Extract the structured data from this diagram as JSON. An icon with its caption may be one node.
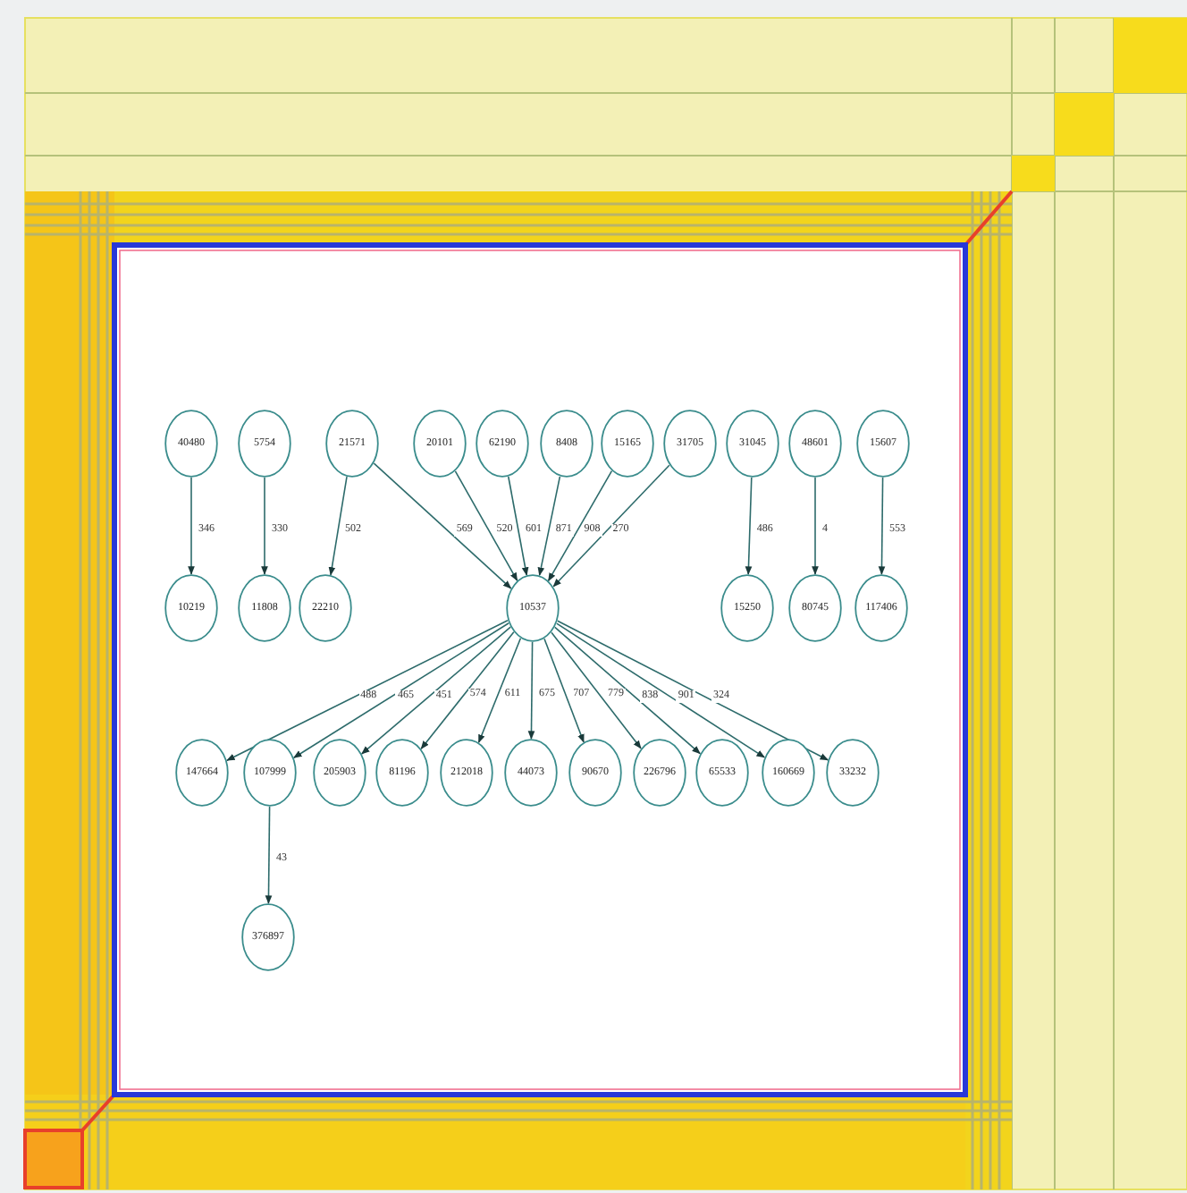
{
  "diagram": {
    "nodes": [
      {
        "text": [
          "40480"
        ]
      },
      {
        "text": [
          "5754"
        ]
      },
      {
        "text": [
          "21571"
        ]
      },
      {
        "text": [
          "20101"
        ]
      },
      {
        "text": [
          "62190"
        ]
      },
      {
        "text": [
          "8408"
        ]
      },
      {
        "text": [
          "15165"
        ]
      },
      {
        "text": [
          "31705"
        ]
      },
      {
        "text": [
          "31045"
        ]
      },
      {
        "text": [
          "48601"
        ]
      },
      {
        "text": [
          "15607"
        ]
      },
      {
        "text": [
          "10219"
        ]
      },
      {
        "text": [
          "11808"
        ]
      },
      {
        "text": [
          "22210"
        ]
      },
      {
        "text": [
          "10537"
        ]
      },
      {
        "text": [
          "15250"
        ]
      },
      {
        "text": [
          "80745"
        ]
      },
      {
        "text": [
          "117406"
        ]
      },
      {
        "text": [
          "147664"
        ]
      },
      {
        "text": [
          "107999"
        ]
      },
      {
        "text": [
          "205903"
        ]
      },
      {
        "text": [
          "81196"
        ]
      },
      {
        "text": [
          "212018"
        ]
      },
      {
        "text": [
          "44073"
        ]
      },
      {
        "text": [
          "90670"
        ]
      },
      {
        "text": [
          "226796"
        ]
      },
      {
        "text": [
          "65533"
        ]
      },
      {
        "text": [
          "160669"
        ]
      },
      {
        "text": [
          "33232"
        ]
      },
      {
        "text": [
          "376897"
        ]
      }
    ],
    "edges": [
      {
        "from": 0,
        "to": 11,
        "arrow": "to",
        "label": "346"
      },
      {
        "from": 1,
        "to": 12,
        "arrow": "to",
        "label": "330"
      },
      {
        "from": 2,
        "to": 13,
        "arrow": "to",
        "label": "502"
      },
      {
        "from": 2,
        "to": 14,
        "arrow": "to",
        "label": "569"
      },
      {
        "from": 3,
        "to": 14,
        "arrow": "to",
        "label": "520"
      },
      {
        "from": 4,
        "to": 14,
        "arrow": "to",
        "label": "601"
      },
      {
        "from": 5,
        "to": 14,
        "arrow": "to",
        "label": "871"
      },
      {
        "from": 6,
        "to": 14,
        "arrow": "to",
        "label": "908"
      },
      {
        "from": 7,
        "to": 14,
        "arrow": "to",
        "label": "270"
      },
      {
        "from": 8,
        "to": 15,
        "arrow": "to",
        "label": "486"
      },
      {
        "from": 9,
        "to": 16,
        "arrow": "to",
        "label": "4"
      },
      {
        "from": 10,
        "to": 17,
        "arrow": "to",
        "label": "553"
      },
      {
        "from": 14,
        "to": 18,
        "arrow": "to",
        "label": "488"
      },
      {
        "from": 14,
        "to": 19,
        "arrow": "to",
        "label": "465"
      },
      {
        "from": 14,
        "to": 20,
        "arrow": "to",
        "label": "451"
      },
      {
        "from": 14,
        "to": 21,
        "arrow": "to",
        "label": "574"
      },
      {
        "from": 14,
        "to": 22,
        "arrow": "to",
        "label": "611"
      },
      {
        "from": 14,
        "to": 23,
        "arrow": "to",
        "label": "675"
      },
      {
        "from": 14,
        "to": 24,
        "arrow": "to",
        "label": "707"
      },
      {
        "from": 14,
        "to": 25,
        "arrow": "to",
        "label": "779"
      },
      {
        "from": 14,
        "to": 26,
        "arrow": "to",
        "label": "838"
      },
      {
        "from": 14,
        "to": 27,
        "arrow": "to",
        "label": "901"
      },
      {
        "from": 14,
        "to": 28,
        "arrow": "to",
        "label": "324"
      },
      {
        "from": 19,
        "to": 29,
        "arrow": "to",
        "label": "43"
      }
    ]
  }
}
